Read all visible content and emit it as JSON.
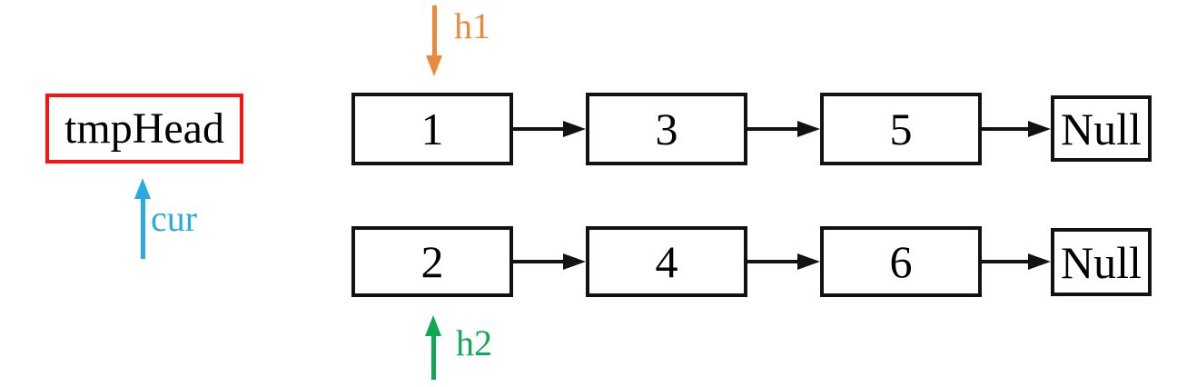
{
  "diagram": {
    "title_semantics": "two sorted linked lists with merge pointers",
    "background_color": "#ffffff",
    "tmp_head": {
      "label": "tmpHead",
      "border_color": "#ff0f0f",
      "text_color": "#000000"
    },
    "pointers": [
      {
        "id": "h1",
        "label": "h1",
        "color": "#e98a3c",
        "direction": "down"
      },
      {
        "id": "h2",
        "label": "h2",
        "color": "#10a854",
        "direction": "up"
      },
      {
        "id": "cur",
        "label": "cur",
        "color": "#29abe2",
        "direction": "up"
      }
    ],
    "lists": [
      {
        "id": "list-top",
        "nodes": [
          "1",
          "3",
          "5"
        ],
        "terminator": "Null"
      },
      {
        "id": "list-bottom",
        "nodes": [
          "2",
          "4",
          "6"
        ],
        "terminator": "Null"
      }
    ],
    "node_border_color": "#121212",
    "arrow_color": "#121212"
  }
}
